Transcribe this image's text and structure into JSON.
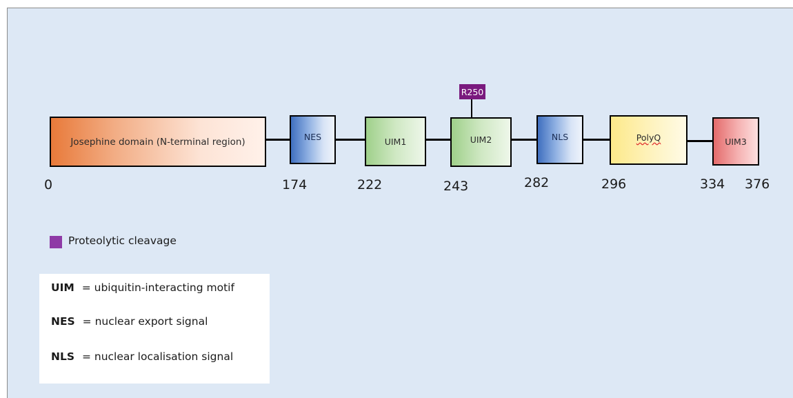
{
  "domains": [
    {
      "id": "josephine",
      "label": "Josephine domain (N-terminal region)"
    },
    {
      "id": "nes",
      "label": "NES"
    },
    {
      "id": "uim1",
      "label": "UIM1"
    },
    {
      "id": "uim2",
      "label": "UIM2"
    },
    {
      "id": "nls",
      "label": "NLS"
    },
    {
      "id": "polyq",
      "label": "PolyQ"
    },
    {
      "id": "uim3",
      "label": "UIM3"
    }
  ],
  "cleavage_site": {
    "label": "R250"
  },
  "positions": [
    "0",
    "174",
    "222",
    "243",
    "282",
    "296",
    "334",
    "376"
  ],
  "legend": {
    "label": "Proteolytic cleavage",
    "color": "#8e3aa6"
  },
  "abbreviations": [
    {
      "term": "UIM",
      "definition": "= ubiquitin-interacting motif"
    },
    {
      "term": "NES",
      "definition": "= nuclear export signal"
    },
    {
      "term": "NLS",
      "definition": "= nuclear localisation signal"
    }
  ]
}
